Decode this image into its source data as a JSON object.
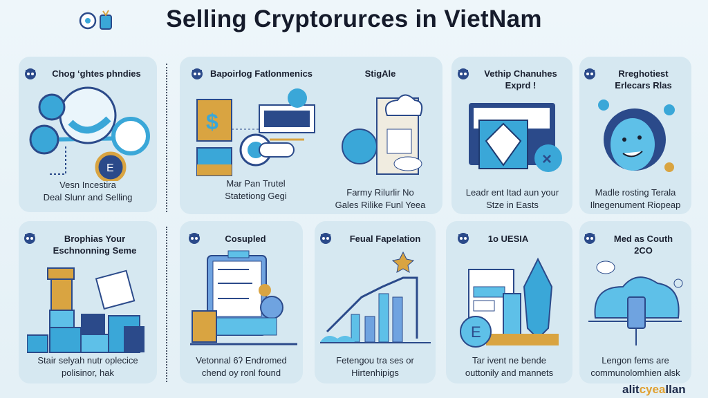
{
  "title": "Selling Cryptorurces in VietNam",
  "cards": [
    {
      "title": "Chog ‘ghtes phndies",
      "desc1": "Vesn Incestira",
      "desc2": "Deal Slunr and Selling"
    },
    {
      "title": "Bapoirlog Fatlonmenics",
      "desc1": "Mar Pan Trutel",
      "desc2": "Statetiong Gegi"
    },
    {
      "title": "StigAle",
      "desc1": "Farmy Rilurlir No",
      "desc2": "Gales Rilike Funl Yeea"
    },
    {
      "title1": "Vethip Chanuhes",
      "title2": "Exprd !",
      "desc1": "Leadr ent Itad aun your",
      "desc2": "Stze in Easts"
    },
    {
      "title1": "Rreghotiest",
      "title2": "Erlecars Rlas",
      "desc1": "Madle rosting Terala",
      "desc2": "Ilnegenument Riopeap"
    },
    {
      "title1": "Brophias Your",
      "title2": "Eschnonning Seme",
      "desc1": "Stair selyah nutr oplecice",
      "desc2": "polisinor, hak"
    },
    {
      "title": "Cosupled",
      "desc1": "Vetonnal 6ʔ Endromed",
      "desc2": "chend oy ronl found"
    },
    {
      "title": "Feual Fapelation",
      "desc1": "Fetengou tra ses or",
      "desc2": "Hirtenhipigs"
    },
    {
      "title": "1o UESIA",
      "desc1": "Tar ivent ne bende",
      "desc2": "outtonily and mannets"
    },
    {
      "title1": "Med as Couth",
      "title2": "2CO",
      "desc1": "Lengon fems are",
      "desc2": "communolomhien alsk"
    }
  ],
  "logo": {
    "part1": "alit",
    "part2": "cyea",
    "part3": "llan"
  },
  "colors": {
    "background": "#e8f3f8",
    "card": "#d6e8f1",
    "accent_blue": "#3aa7d8",
    "navy": "#2b4a8a",
    "gold": "#d9a441"
  }
}
